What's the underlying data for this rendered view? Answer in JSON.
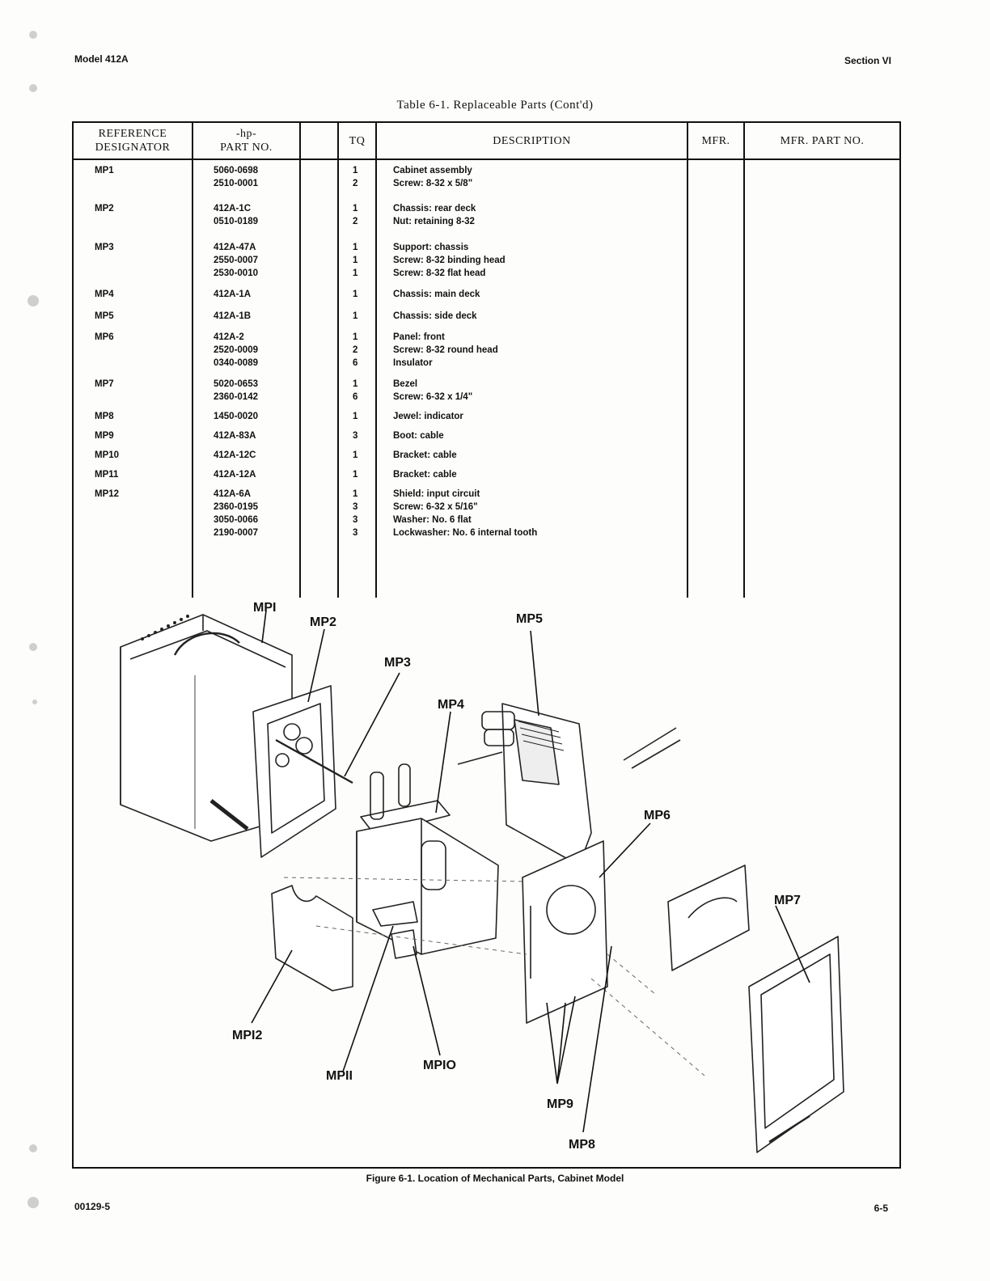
{
  "header": {
    "model": "Model 412A",
    "section": "Section VI"
  },
  "table": {
    "title": "Table 6-1.  Replaceable Parts (Cont'd)",
    "columns": {
      "ref_line1": "REFERENCE",
      "ref_line2": "DESIGNATOR",
      "pn_line1": "-hp-",
      "pn_line2": "PART NO.",
      "tq": "TQ",
      "description": "DESCRIPTION",
      "mfr": "MFR.",
      "mfr_pn": "MFR.  PART NO."
    },
    "rows": [
      {
        "ref": "MP1",
        "parts": [
          "5060-0698",
          "2510-0001"
        ],
        "tq": [
          "1",
          "2"
        ],
        "desc": [
          "Cabinet assembly",
          "Screw:  8-32 x 5/8\""
        ]
      },
      {
        "ref": "MP2",
        "parts": [
          "412A-1C",
          "0510-0189"
        ],
        "tq": [
          "1",
          "2"
        ],
        "desc": [
          "Chassis:  rear deck",
          "Nut:  retaining 8-32"
        ]
      },
      {
        "ref": "MP3",
        "parts": [
          "412A-47A",
          "2550-0007",
          "2530-0010"
        ],
        "tq": [
          "1",
          "1",
          "1"
        ],
        "desc": [
          "Support:  chassis",
          "Screw:  8-32 binding head",
          "Screw:  8-32 flat head"
        ]
      },
      {
        "ref": "MP4",
        "parts": [
          "412A-1A"
        ],
        "tq": [
          "1"
        ],
        "desc": [
          "Chassis:  main deck"
        ]
      },
      {
        "ref": "MP5",
        "parts": [
          "412A-1B"
        ],
        "tq": [
          "1"
        ],
        "desc": [
          "Chassis:  side deck"
        ]
      },
      {
        "ref": "MP6",
        "parts": [
          "412A-2",
          "2520-0009",
          "0340-0089"
        ],
        "tq": [
          "1",
          "2",
          "6"
        ],
        "desc": [
          "Panel:  front",
          "Screw:  8-32 round head",
          "Insulator"
        ]
      },
      {
        "ref": "MP7",
        "parts": [
          "5020-0653",
          "2360-0142"
        ],
        "tq": [
          "1",
          "6"
        ],
        "desc": [
          "Bezel",
          "Screw:  6-32 x 1/4\""
        ]
      },
      {
        "ref": "MP8",
        "parts": [
          "1450-0020"
        ],
        "tq": [
          "1"
        ],
        "desc": [
          "Jewel:  indicator"
        ]
      },
      {
        "ref": "MP9",
        "parts": [
          "412A-83A"
        ],
        "tq": [
          "3"
        ],
        "desc": [
          "Boot:  cable"
        ]
      },
      {
        "ref": "MP10",
        "parts": [
          "412A-12C"
        ],
        "tq": [
          "1"
        ],
        "desc": [
          "Bracket:  cable"
        ]
      },
      {
        "ref": "MP11",
        "parts": [
          "412A-12A"
        ],
        "tq": [
          "1"
        ],
        "desc": [
          "Bracket:  cable"
        ]
      },
      {
        "ref": "MP12",
        "parts": [
          "412A-6A",
          "2360-0195",
          "3050-0066",
          "2190-0007"
        ],
        "tq": [
          "1",
          "3",
          "3",
          "3"
        ],
        "desc": [
          "Shield:  input circuit",
          "Screw:  6-32 x 5/16\"",
          "Washer:  No. 6 flat",
          "Lockwasher:  No. 6 internal tooth"
        ]
      }
    ]
  },
  "figure": {
    "callouts": [
      "MPI",
      "MP2",
      "MP3",
      "MP4",
      "MP5",
      "MP6",
      "MP7",
      "MP8",
      "MP9",
      "MPIO",
      "MPII",
      "MPI2"
    ],
    "caption": "Figure 6-1.  Location of Mechanical Parts, Cabinet Model"
  },
  "footer": {
    "doc_number": "00129-5",
    "page": "6-5"
  }
}
